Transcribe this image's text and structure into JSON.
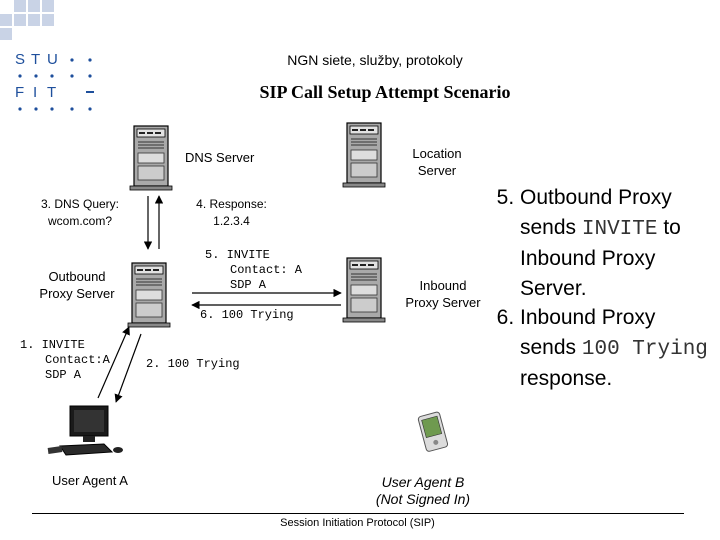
{
  "header": {
    "logo_letters": [
      "S",
      "T",
      "U",
      "F",
      "I",
      "T"
    ],
    "course": "NGN siete, služby, protokoly",
    "slide_title": "SIP Call Setup Attempt Scenario"
  },
  "nodes": {
    "dns_server": "DNS Server",
    "location_server_line1": "Location",
    "location_server_line2": "Server",
    "outbound_proxy_line1": "Outbound",
    "outbound_proxy_line2": "Proxy Server",
    "inbound_proxy_line1": "Inbound",
    "inbound_proxy_line2": "Proxy Server",
    "user_agent_a": "User Agent A",
    "user_agent_b_line1": "User Agent B",
    "user_agent_b_line2": "(Not Signed In)"
  },
  "messages": {
    "dns_query_line1": "3. DNS Query:",
    "dns_query_line2": "wcom.com?",
    "dns_response_line1": "4. Response:",
    "dns_response_line2": "1.2.3.4",
    "invite5_line1": "5. INVITE",
    "invite5_line2": "Contact: A",
    "invite5_line3": "SDP A",
    "trying6": "6. 100 Trying",
    "invite1_line1": "1. INVITE",
    "invite1_line2": "Contact:A",
    "invite1_line3": "SDP A",
    "trying2": "2. 100 Trying"
  },
  "side_text": {
    "item5_a": "Outbound Proxy sends ",
    "item5_code": "INVITE",
    "item5_b": " to Inbound Proxy Server.",
    "item6_a": "Inbound Proxy sends ",
    "item6_code": "100 Trying",
    "item6_b": " response."
  },
  "footer": "Session Initiation Protocol (SIP)",
  "colors": {
    "logo_blue": "#1e4f9c",
    "server_gray": "#9a9a9a",
    "pda_green": "#6f9a4f"
  }
}
